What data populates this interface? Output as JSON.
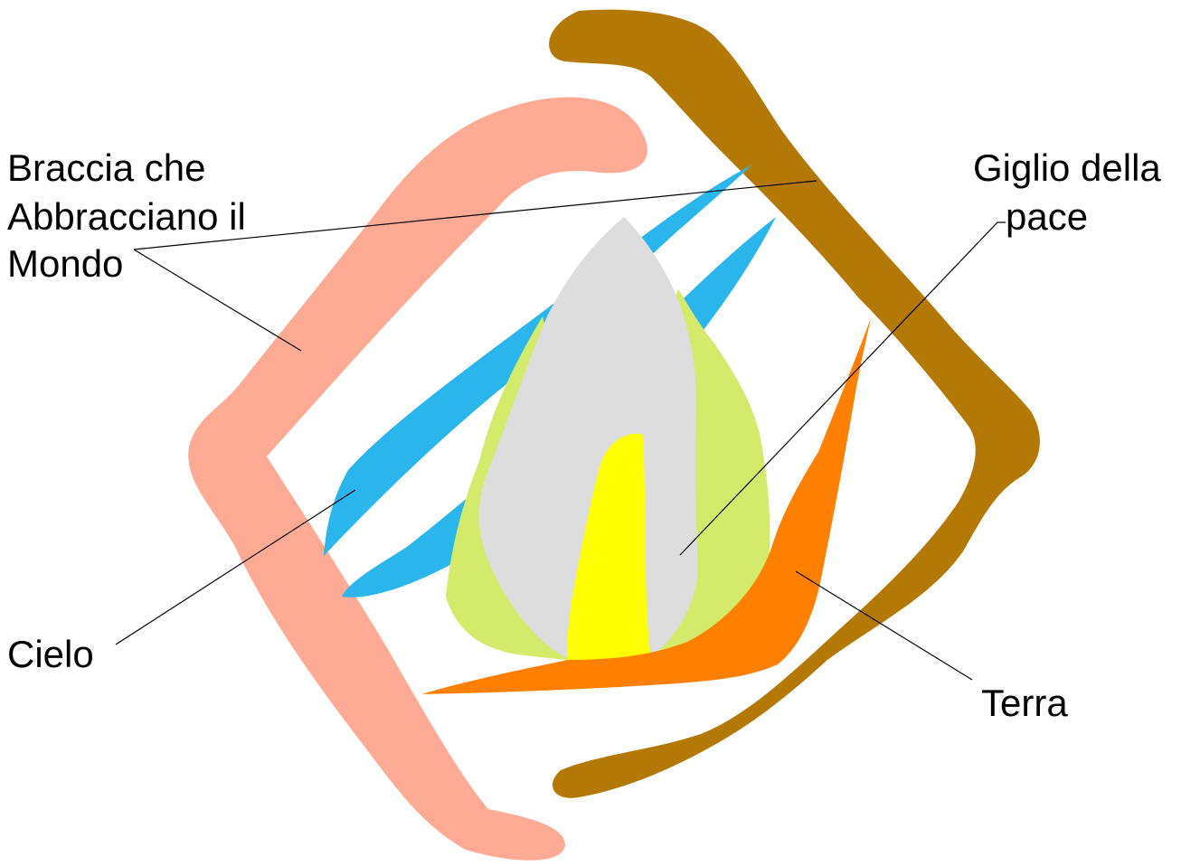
{
  "labels": {
    "arms_line1": "Braccia che",
    "arms_line2": "Abbracciano il",
    "arms_line3": "Mondo",
    "lily_line1": "Giglio della",
    "lily_line2": "pace",
    "sky": "Cielo",
    "earth": "Terra"
  },
  "colors": {
    "arms_pink": "#FFAA95",
    "arms_brown": "#B47804",
    "sky_blue": "#2AB6EC",
    "lily_grey": "#DDDDDD",
    "lily_green": "#D4EA6B",
    "lily_yellow": "#FFFF00",
    "earth_orange": "#FF8000",
    "text": "#000000"
  }
}
